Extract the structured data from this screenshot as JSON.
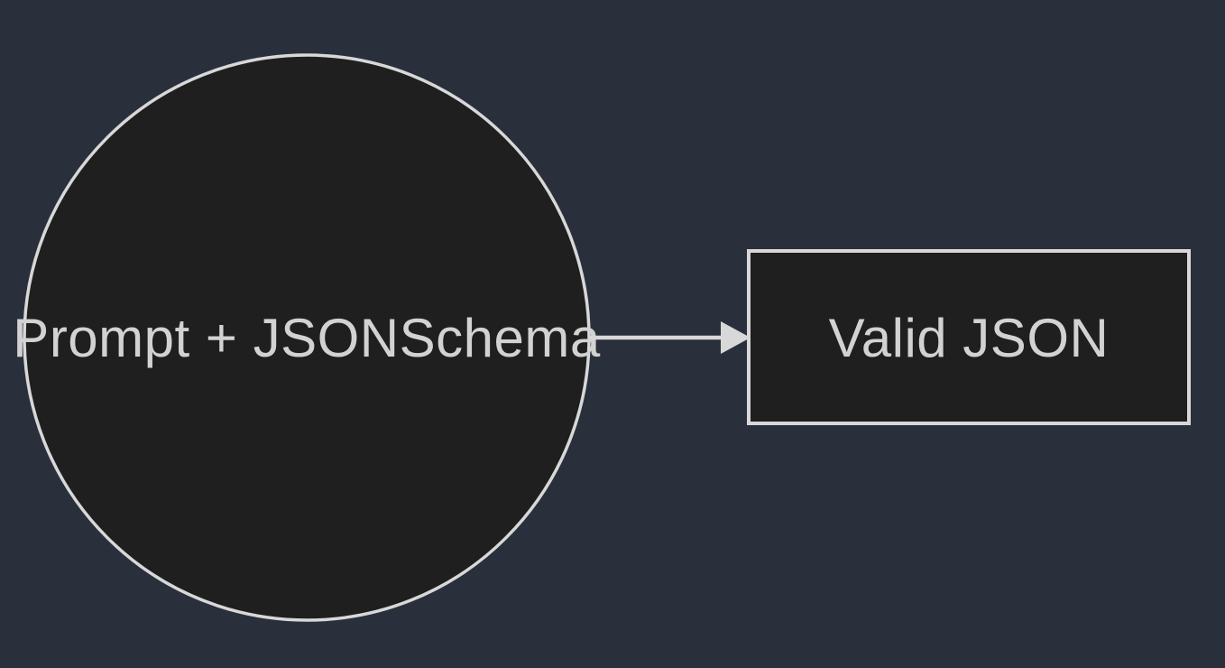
{
  "diagram": {
    "type": "flow",
    "background_color": "#2a303b",
    "node_fill_color": "#201f20",
    "stroke_color": "#d8d8d8",
    "text_color": "#d2d2d2",
    "nodes": [
      {
        "id": "input",
        "shape": "circle",
        "label": "Prompt + JSONSchema"
      },
      {
        "id": "output",
        "shape": "rectangle",
        "label": "Valid JSON"
      }
    ],
    "edges": [
      {
        "from": "input",
        "to": "output",
        "direction": "right",
        "style": "solid-arrow"
      }
    ]
  }
}
